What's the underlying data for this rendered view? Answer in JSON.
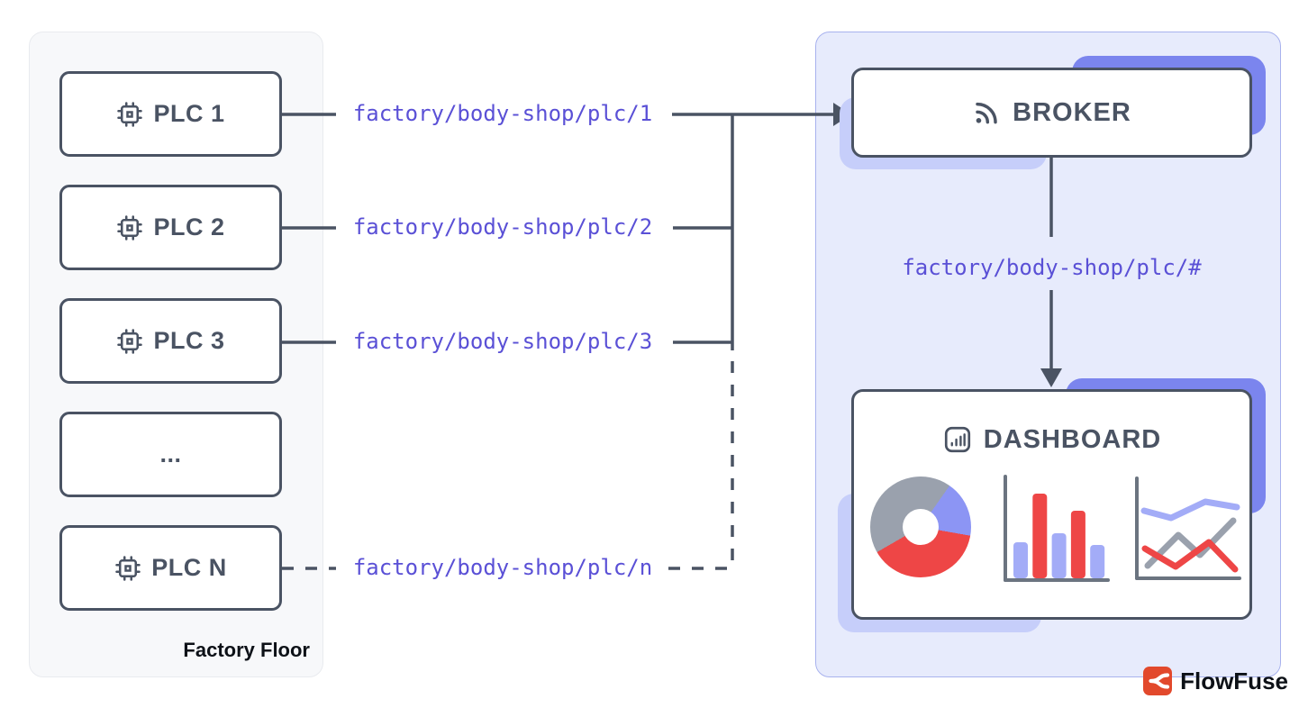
{
  "factory": {
    "label": "Factory Floor",
    "plcs": [
      {
        "label": "PLC 1",
        "topic": "factory/body-shop/plc/1"
      },
      {
        "label": "PLC 2",
        "topic": "factory/body-shop/plc/2"
      },
      {
        "label": "PLC 3",
        "topic": "factory/body-shop/plc/3"
      },
      {
        "label": "...",
        "topic": ""
      },
      {
        "label": "PLC N",
        "topic": "factory/body-shop/plc/n"
      }
    ]
  },
  "cloud": {
    "broker_label": "BROKER",
    "subscribe_topic": "factory/body-shop/plc/#",
    "dashboard_label": "DASHBOARD",
    "brand_label": "FlowFuse"
  },
  "icons": {
    "plc": "cpu-chip-icon",
    "broker": "broadcast-rss-icon",
    "dashboard": "bar-graph-panel-icon",
    "brand": "flowfuse-logo-icon"
  },
  "colors": {
    "line": "#4a5363",
    "topic": "#5a50d6",
    "panel_left_bg": "#f7f8fa",
    "panel_left_border": "#e9ebef",
    "panel_right_bg": "#e7ebfc",
    "panel_right_border": "#a8b2ee",
    "accent": "#7b85ee",
    "accent_light": "#c6cefa",
    "chart_blue": "#99a2f6",
    "chart_gray": "#9aa1ad",
    "chart_red": "#ee4646",
    "axis": "#6b7480",
    "brand_red": "#e2492c",
    "text_dark": "#0d1117"
  },
  "charts": {
    "donut": {
      "type": "pie",
      "start_angle": 35,
      "segments": [
        {
          "name": "blue",
          "sweep": 65,
          "color": "#8c95f4"
        },
        {
          "name": "red",
          "sweep": 140,
          "color": "#ee4646"
        },
        {
          "name": "gray",
          "sweep": 155,
          "color": "#9aa1ad"
        }
      ]
    },
    "bar": {
      "type": "bar",
      "values": [
        40,
        94,
        50,
        75,
        37
      ],
      "colors": [
        "#a3acf7",
        "#ee4646",
        "#a3acf7",
        "#ee4646",
        "#a3acf7"
      ]
    },
    "line": {
      "type": "line",
      "series": [
        {
          "name": "blue",
          "color": "#a3acf7",
          "points": [
            [
              16,
              44
            ],
            [
              46,
              52
            ],
            [
              84,
              34
            ],
            [
              119,
              40
            ]
          ]
        },
        {
          "name": "gray",
          "color": "#9aa1ad",
          "points": [
            [
              20,
              105
            ],
            [
              54,
              71
            ],
            [
              78,
              93
            ],
            [
              115,
              55
            ]
          ]
        },
        {
          "name": "red",
          "color": "#ee4646",
          "points": [
            [
              17,
              86
            ],
            [
              51,
              106
            ],
            [
              88,
              79
            ],
            [
              117,
              109
            ]
          ]
        }
      ]
    }
  }
}
